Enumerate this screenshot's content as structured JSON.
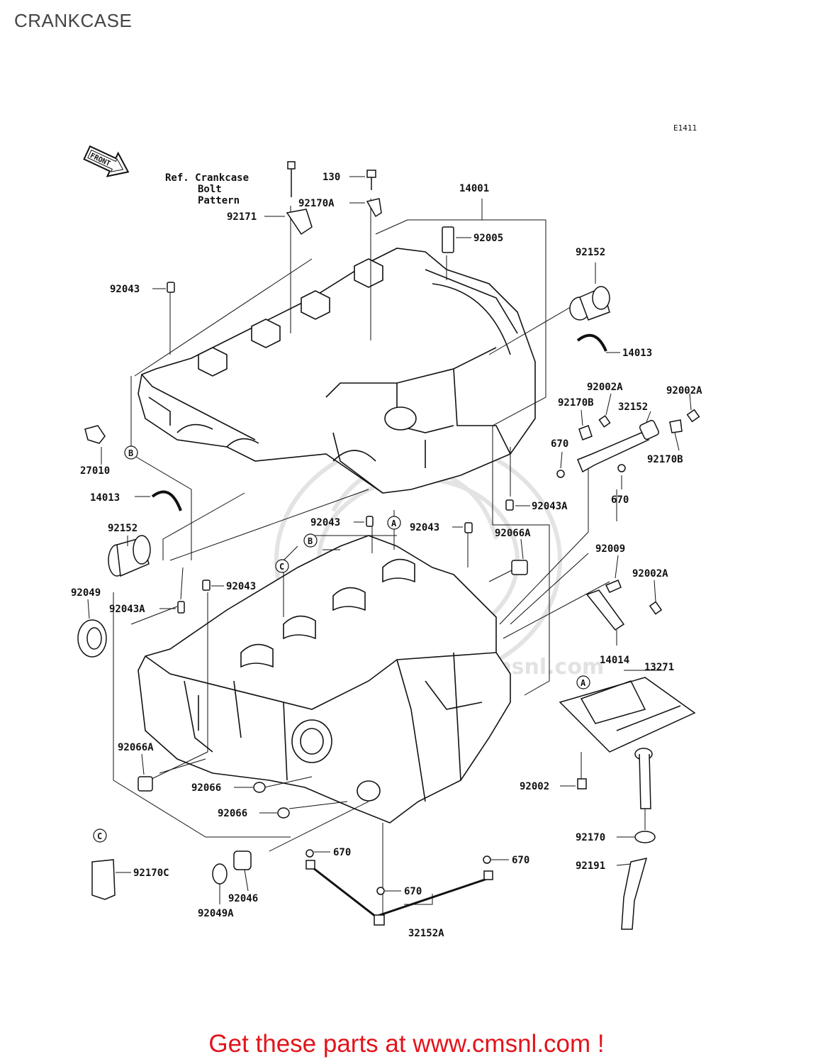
{
  "title": "CRANKCASE",
  "diagram_code": "E1411",
  "front_label": "FRONT",
  "reference_note": {
    "line1": "Ref. Crankcase",
    "line2": "Bolt",
    "line3": "Pattern"
  },
  "watermark": "www.cmsnl.com",
  "callouts": {
    "A": "A",
    "B": "B",
    "C": "C"
  },
  "parts": [
    "130",
    "92170A",
    "92171",
    "14001",
    "92005",
    "92043",
    "92152",
    "14013",
    "92002A",
    "92170B",
    "32152",
    "92002A",
    "670",
    "92170B",
    "670",
    "27010",
    "14013",
    "92152",
    "92043A",
    "92043",
    "92043",
    "92066A",
    "92043",
    "92049",
    "92043A",
    "92009",
    "92002A",
    "14014",
    "13271",
    "92066A",
    "92066",
    "92066",
    "92002",
    "92170",
    "92191",
    "670",
    "670",
    "670",
    "92170C",
    "92046",
    "92049A",
    "32152A"
  ],
  "promo_text": "Get these parts at www.cmsnl.com !"
}
